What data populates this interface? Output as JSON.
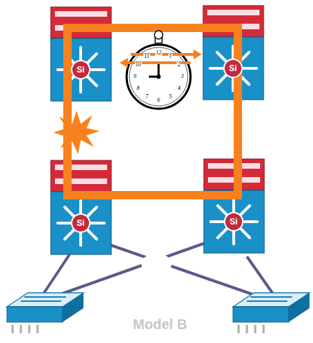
{
  "diagram": {
    "nodes": [
      {
        "text": [
          "Si"
        ]
      },
      {
        "text": [
          "Si"
        ]
      },
      {
        "text": [
          "Si"
        ]
      },
      {
        "text": [
          "Si"
        ]
      }
    ],
    "labels": [
      "12",
      "1",
      "2",
      "3",
      "4",
      "5",
      "6",
      "7",
      "8",
      "9",
      "10",
      "11",
      "Model B"
    ]
  }
}
